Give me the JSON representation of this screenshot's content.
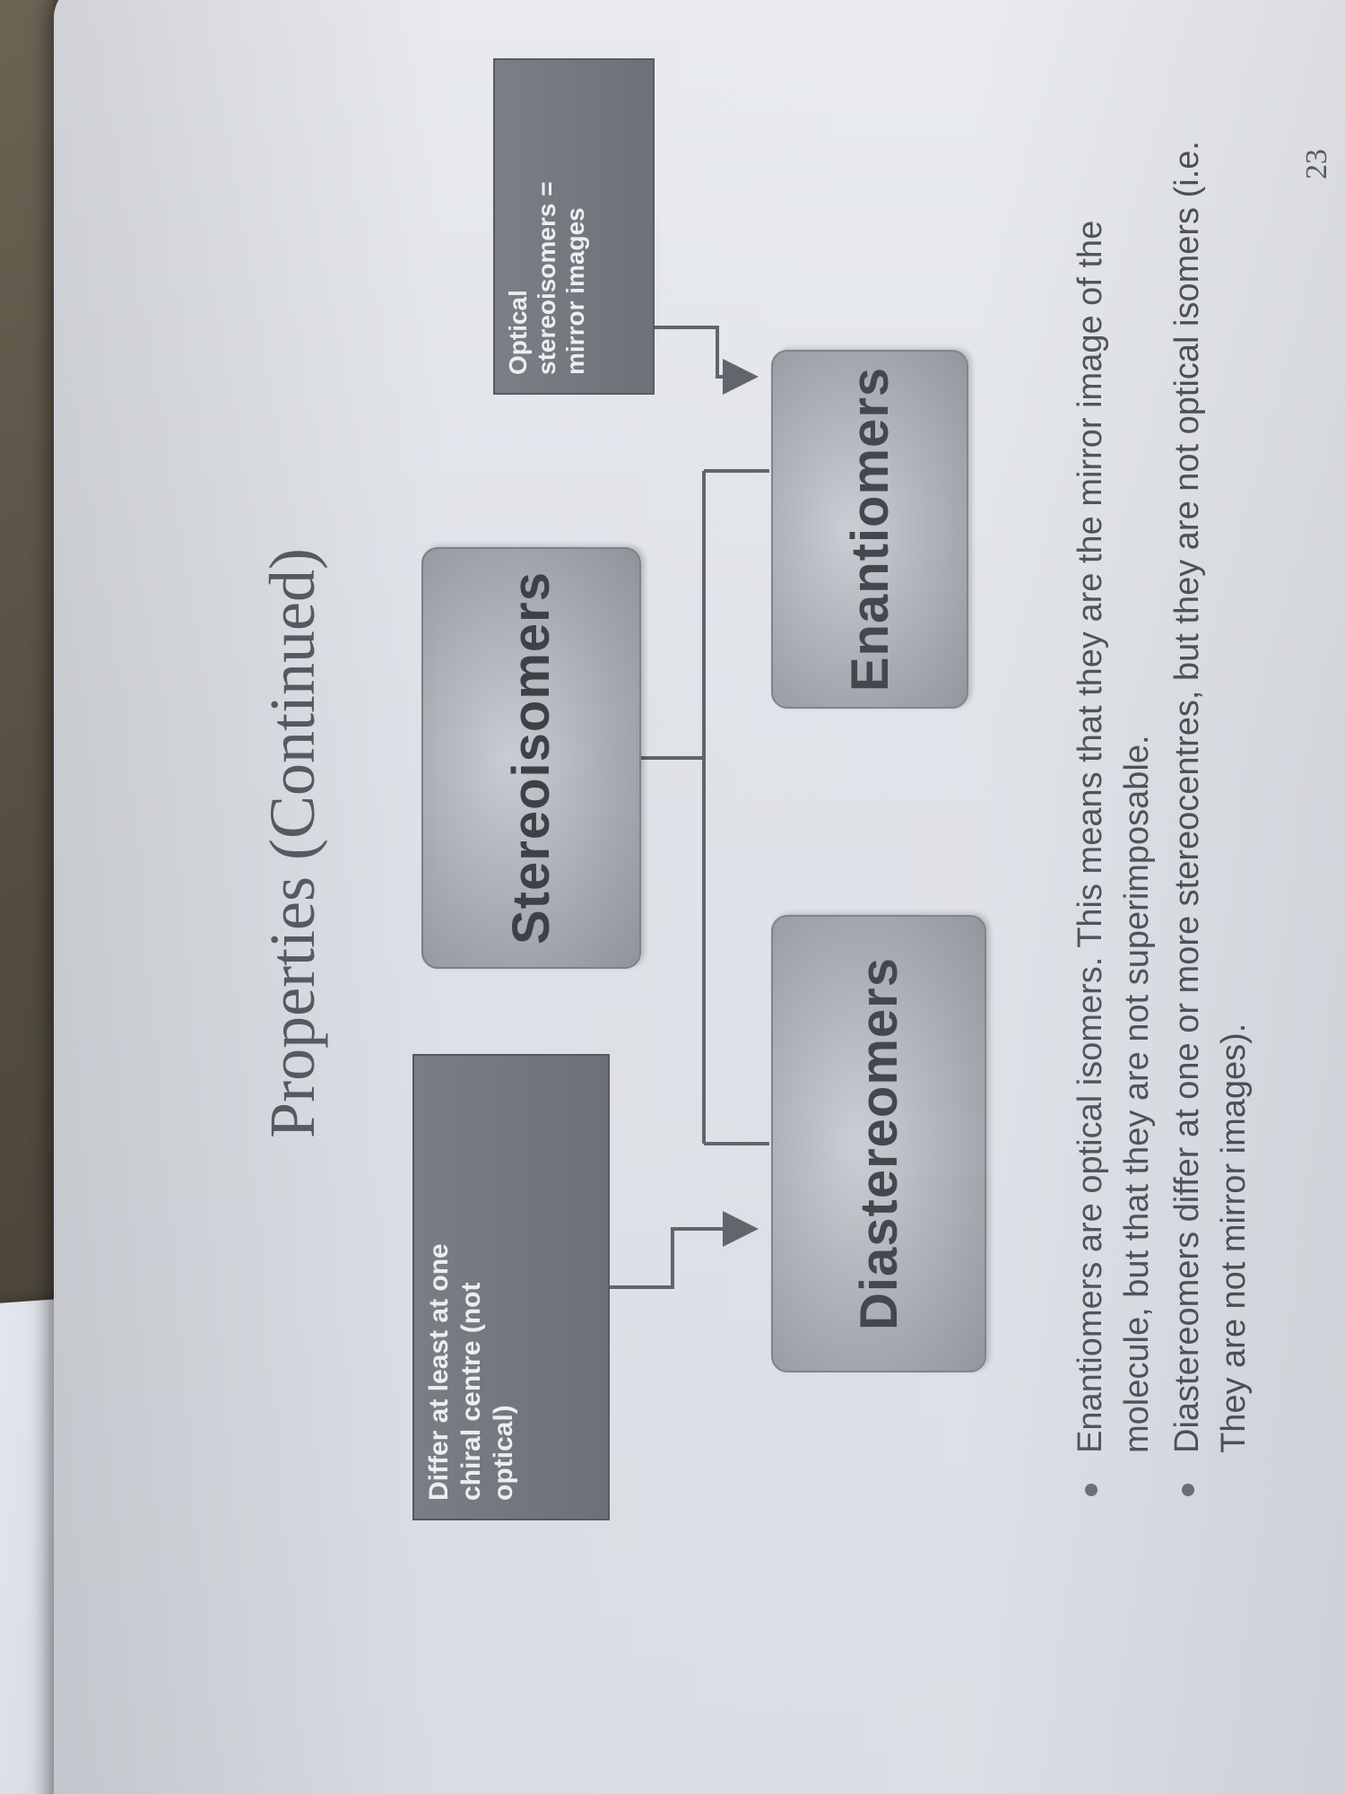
{
  "slide": {
    "title": "Properties (Continued)",
    "notes": {
      "chiral": "Differ at least at one\nchiral centre (not\noptical)",
      "optical": "Optical\nstereoisomers =\nmirror images"
    },
    "nodes": {
      "stereoisomers": "Stereoisomers",
      "diastereomers": "Diastereomers",
      "enantiomers": "Enantiomers"
    },
    "bullets": [
      "Enantiomers are optical isomers. This means that they are the mirror image of the molecule, but that they are not superimposable.",
      "Diastereomers differ at one or more stereocentres, but they are not optical isomers (i.e. They are not mirror images)."
    ],
    "page_number": "23"
  },
  "colors": {
    "line": "#5e6167"
  }
}
